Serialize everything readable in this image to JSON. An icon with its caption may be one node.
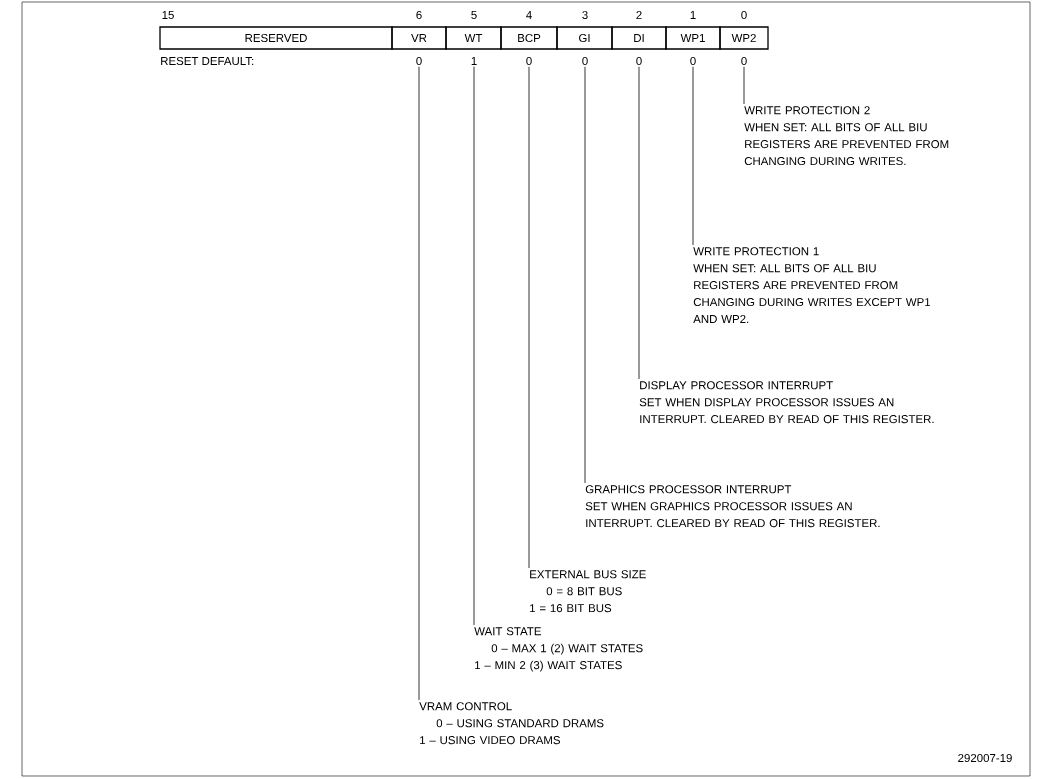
{
  "diagram": {
    "nodes": [
      {
        "text": [
          "RESERVED"
        ]
      },
      {
        "text": [
          "VR"
        ]
      },
      {
        "text": [
          "WT"
        ]
      },
      {
        "text": [
          "BCP"
        ]
      },
      {
        "text": [
          "GI"
        ]
      },
      {
        "text": [
          "DI"
        ]
      },
      {
        "text": [
          "WP1"
        ]
      },
      {
        "text": [
          "WP2"
        ]
      },
      {
        "text": [
          "0"
        ]
      },
      {
        "text": [
          "1"
        ]
      },
      {
        "text": [
          "0"
        ]
      },
      {
        "text": [
          "0"
        ]
      },
      {
        "text": [
          "0"
        ]
      },
      {
        "text": [
          "0"
        ]
      },
      {
        "text": [
          "0"
        ]
      },
      {
        "text": [
          "WRITE PROTECTION 2",
          "WHEN SET: ALL BITS OF ALL BIU REGISTERS ARE PREVENTED FROM CHANGING DURING WRITES."
        ]
      },
      {
        "text": [
          "WRITE PROTECTION 1",
          "WHEN SET: ALL BITS OF ALL BIU REGISTERS ARE PREVENTED FROM CHANGING DURING WRITES EXCEPT WP1 AND WP2."
        ]
      },
      {
        "text": [
          "DISPLAY PROCESSOR INTERRUPT",
          "SET WHEN DISPLAY PROCESSOR ISSUES AN INTERRUPT. CLEARED BY READ OF THIS REGISTER."
        ]
      },
      {
        "text": [
          "GRAPHICS PROCESSOR INTERRUPT",
          "SET WHEN GRAPHICS PROCESSOR ISSUES AN INTERRUPT. CLEARED BY READ OF THIS REGISTER."
        ]
      },
      {
        "text": [
          "EXTERNAL BUS SIZE",
          "0 = 8 BIT BUS",
          "1 = 16 BIT BUS"
        ]
      },
      {
        "text": [
          "WAIT STATE",
          "0 – MAX 1 (2) WAIT STATES",
          "1 – MIN 2 (3) WAIT STATES"
        ]
      },
      {
        "text": [
          "VRAM CONTROL",
          "0 – USING STANDARD DRAMS",
          "1 – USING VIDEO DRAMS"
        ]
      }
    ],
    "edges": [
      {
        "from": 8,
        "to": 21,
        "arrow": "none"
      },
      {
        "from": 9,
        "to": 20,
        "arrow": "none"
      },
      {
        "from": 10,
        "to": 19,
        "arrow": "none"
      },
      {
        "from": 11,
        "to": 18,
        "arrow": "none"
      },
      {
        "from": 12,
        "to": 17,
        "arrow": "none"
      },
      {
        "from": 13,
        "to": 16,
        "arrow": "none"
      },
      {
        "from": 14,
        "to": 15,
        "arrow": "none"
      }
    ],
    "labels": [
      "15",
      "6",
      "5",
      "4",
      "3",
      "2",
      "1",
      "0",
      "RESET DEFAULT:",
      "292007-19"
    ]
  }
}
